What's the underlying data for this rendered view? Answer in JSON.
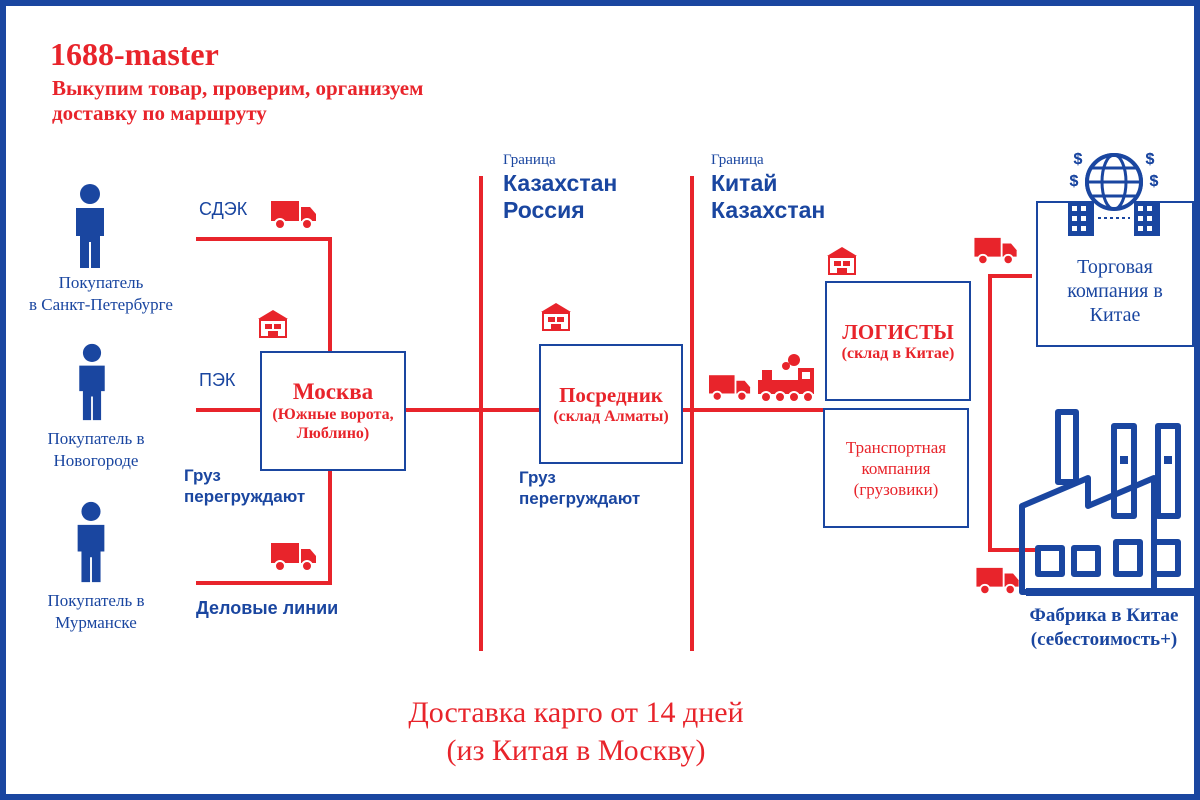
{
  "brand": {
    "title": "1688-master",
    "subtitle_line1": "Выкупим товар, проверим,  организуем",
    "subtitle_line2": "доставку по маршруту"
  },
  "buyers": [
    {
      "line1": "Покупатель",
      "line2": "в Санкт-Петербурге"
    },
    {
      "line1": "Покупатель в",
      "line2": "Новогороде"
    },
    {
      "line1": "Покупатель в",
      "line2": "Мурманске"
    }
  ],
  "carriers": {
    "cdek": "СДЭК",
    "pek": "ПЭК",
    "delovye": "Деловые линии"
  },
  "moscow": {
    "title": "Москва",
    "line1": "(Южные ворота,",
    "line2": "Люблино)"
  },
  "reload_1": {
    "line1": "Груз",
    "line2": "перегруждают"
  },
  "border_1": {
    "caption": "Граница",
    "line1": "Казахстан",
    "line2": "Россия"
  },
  "intermediary": {
    "title": "Посредник",
    "subtitle": "(склад Алматы)"
  },
  "reload_2": {
    "line1": "Груз",
    "line2": "перегруждают"
  },
  "border_2": {
    "caption": "Граница",
    "line1": "Китай",
    "line2": "Казахстан"
  },
  "logistics": {
    "title": "ЛОГИСТЫ",
    "subtitle": "(склад в Китае)"
  },
  "transport": {
    "line1": "Транспортная",
    "line2": "компания",
    "line3": "(грузовики)"
  },
  "trading": {
    "line1": "Торговая",
    "line2": "компания в",
    "line3": "Китае"
  },
  "factory": {
    "line1": "Фабрика в Китае",
    "line2": "(себестоимость+)"
  },
  "footer": {
    "line1": "Доставка карго от 14 дней",
    "line2": "(из Китая в Москву)"
  },
  "colors": {
    "red": "#e8242b",
    "blue": "#1a46a0"
  }
}
